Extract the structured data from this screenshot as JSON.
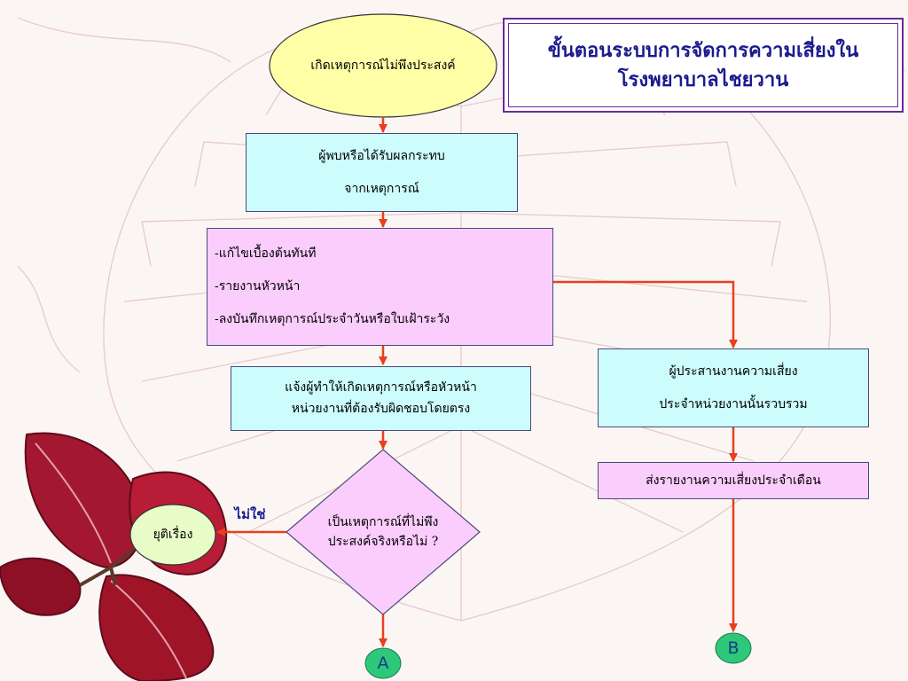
{
  "title": {
    "line1": "ขั้นตอนระบบการจัดการความเสี่ยงใน",
    "line2": "โรงพยาบาลไชยวาน"
  },
  "start": "เกิดเหตุการณ์ไม่พึงประสงค์",
  "step1": {
    "line1": "ผู้พบหรือได้รับผลกระทบ",
    "line2": "จากเหตุการณ์"
  },
  "step2": {
    "line1": "-แก้ไขเบื้องต้นทันที",
    "line2": "-รายงานหัวหน้า",
    "line3": "-ลงบันทึกเหตุการณ์ประจำวันหรือใบเฝ้าระวัง"
  },
  "step3": {
    "line1": "แจ้งผู้ทำให้เกิดเหตุการณ์หรือหัวหน้า",
    "line2": "หน่วยงานที่ต้องรับผิดชอบโดยตรง"
  },
  "decision": {
    "line1": "เป็นเหตุการณ์ที่ไม่พึง",
    "line2": "ประสงค์จริงหรือไม่ ?"
  },
  "no_label": "ไม่ใช่",
  "end": "ยุติเรื่อง",
  "coordinator": {
    "line1": "ผู้ประสานงานความเสี่ยง",
    "line2": "ประจำหน่วยงานนั้นรวบรวม"
  },
  "monthly_report": "ส่งรายงานความเสี่ยงประจำเดือน",
  "connector_a": "A",
  "connector_b": "B",
  "colors": {
    "box_cyan": "#ccfcfc",
    "box_pink": "#fbcdfc",
    "oval_yellow": "#ffffa8",
    "oval_green": "#e8fcc8",
    "arrow": "#e8401c",
    "connector": "#2ec87a",
    "title_text": "#1a1a8e",
    "title_border": "#6a2a9a"
  }
}
